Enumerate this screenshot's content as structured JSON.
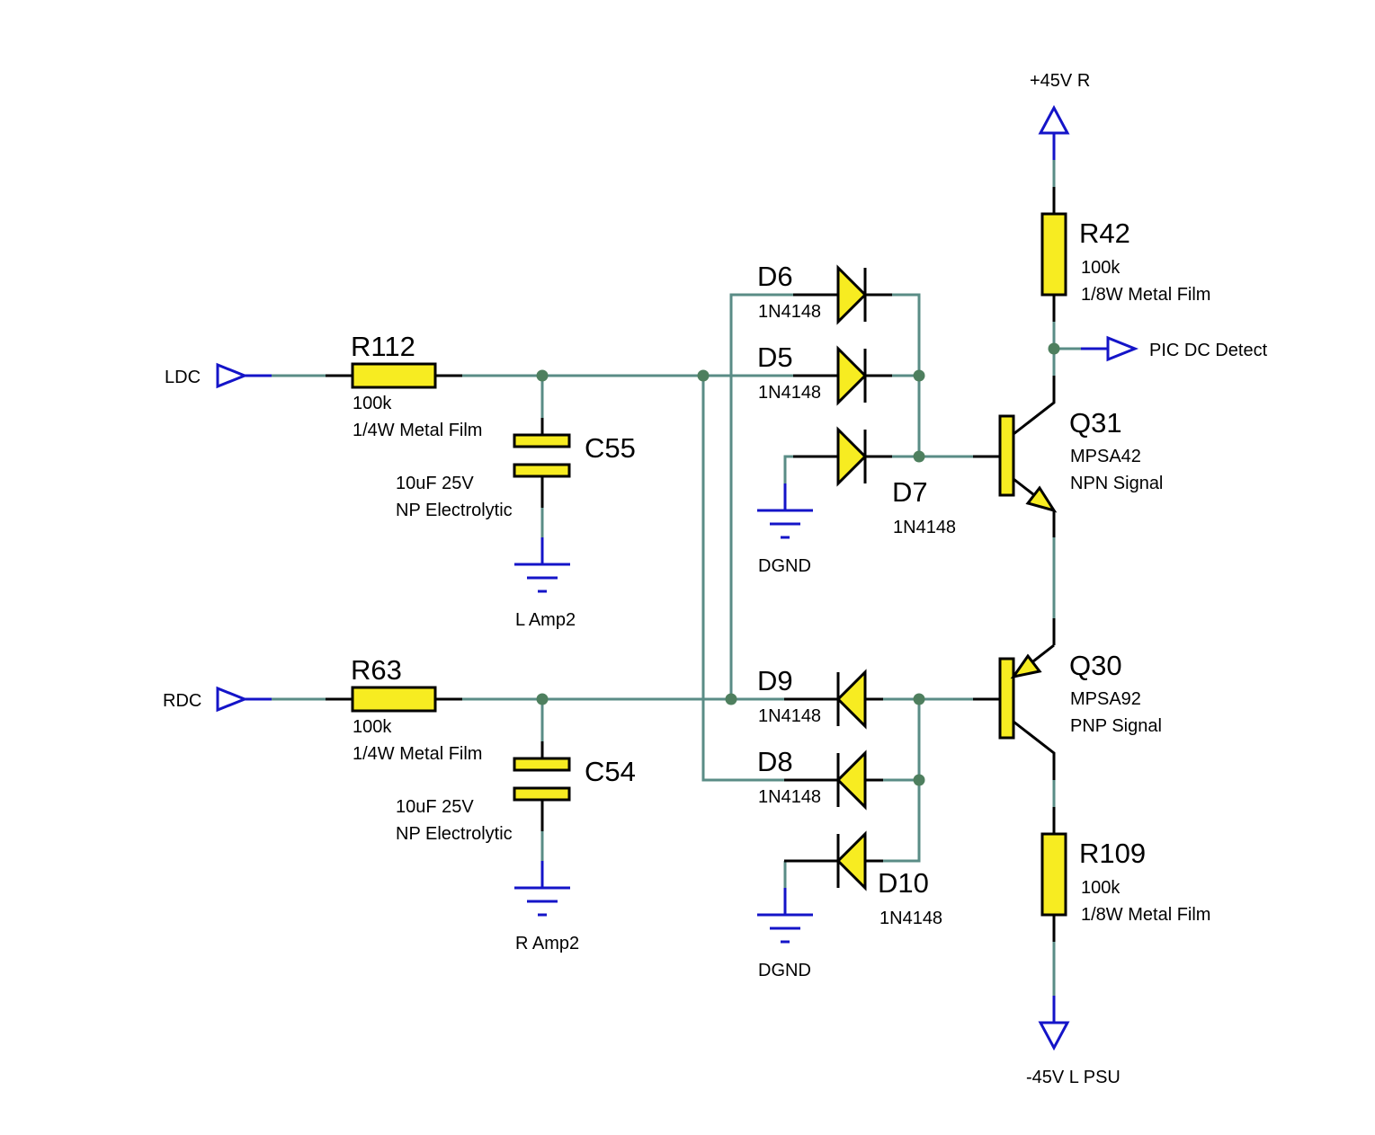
{
  "ports": {
    "ldc": "LDC",
    "rdc": "RDC",
    "pic_dc_detect": "PIC DC Detect",
    "pos_rail": "+45V R",
    "neg_rail": "-45V L PSU"
  },
  "grounds": {
    "l_amp2": "L Amp2",
    "r_amp2": "R Amp2",
    "dgnd_top": "DGND",
    "dgnd_bottom": "DGND"
  },
  "components": {
    "r112": {
      "ref": "R112",
      "value": "100k",
      "desc": "1/4W Metal Film"
    },
    "r63": {
      "ref": "R63",
      "value": "100k",
      "desc": "1/4W Metal Film"
    },
    "c55": {
      "ref": "C55",
      "value": "10uF 25V",
      "desc": "NP Electrolytic"
    },
    "c54": {
      "ref": "C54",
      "value": "10uF 25V",
      "desc": "NP Electrolytic"
    },
    "r42": {
      "ref": "R42",
      "value": "100k",
      "desc": "1/8W Metal Film"
    },
    "r109": {
      "ref": "R109",
      "value": "100k",
      "desc": "1/8W Metal Film"
    },
    "q31": {
      "ref": "Q31",
      "value": "MPSA42",
      "desc": "NPN Signal"
    },
    "q30": {
      "ref": "Q30",
      "value": "MPSA92",
      "desc": "PNP Signal"
    },
    "d5": {
      "ref": "D5",
      "value": "1N4148"
    },
    "d6": {
      "ref": "D6",
      "value": "1N4148"
    },
    "d7": {
      "ref": "D7",
      "value": "1N4148"
    },
    "d8": {
      "ref": "D8",
      "value": "1N4148"
    },
    "d9": {
      "ref": "D9",
      "value": "1N4148"
    },
    "d10": {
      "ref": "D10",
      "value": "1N4148"
    }
  },
  "colors": {
    "wire": "#5a8c86",
    "component_fill": "#f7ec21",
    "port": "#1414c8",
    "junction": "#4e7f5e"
  }
}
